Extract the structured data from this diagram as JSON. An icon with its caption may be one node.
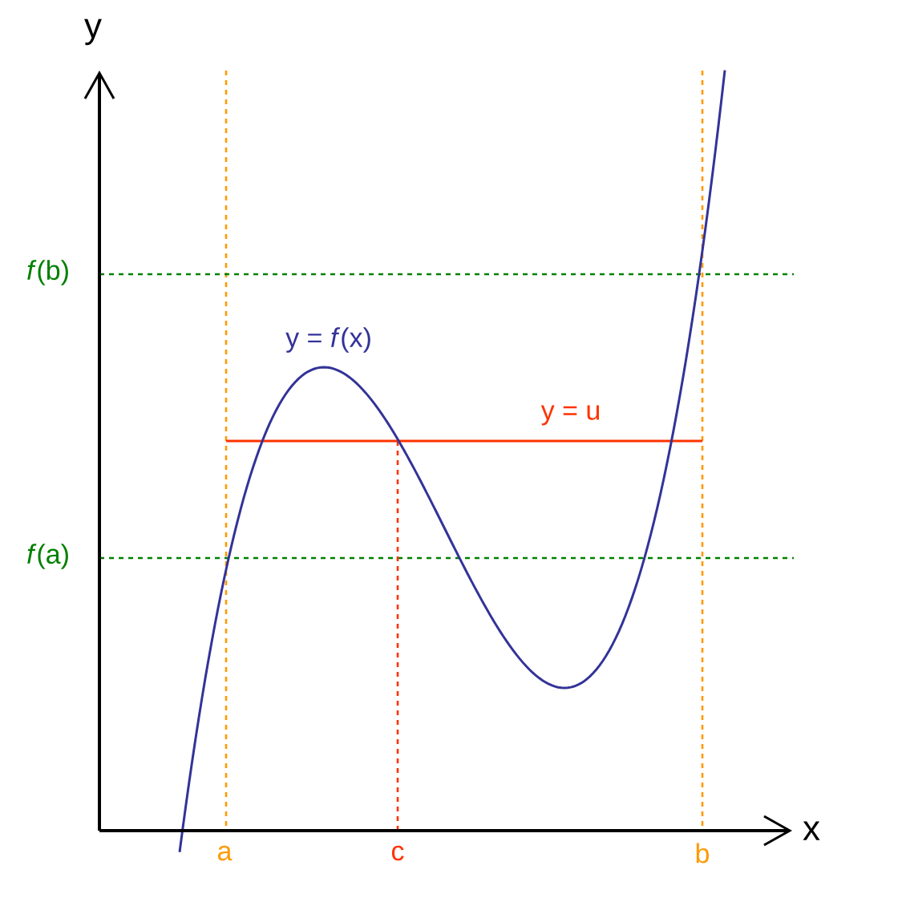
{
  "diagram": {
    "labels": [
      "y",
      "*f*(b)",
      "y = *f*(x)",
      "y = u",
      "*f*(a)",
      "x",
      "a",
      "c",
      "b"
    ]
  }
}
